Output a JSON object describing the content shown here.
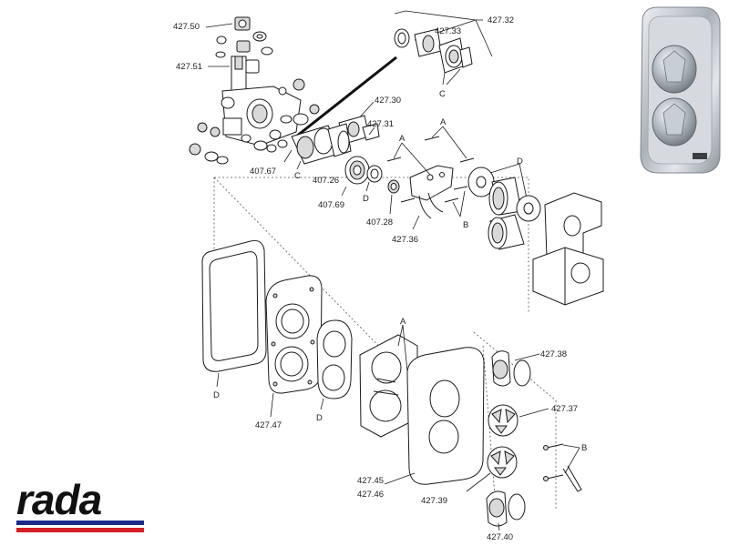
{
  "diagram": {
    "labels": {
      "p427_50": "427.50",
      "p427_51": "427.51",
      "p427_32": "427.32",
      "p427_33": "427.33",
      "p427_30": "427.30",
      "p427_31": "427.31",
      "p407_67": "407.67",
      "p407_26": "407.26",
      "p407_69": "407.69",
      "p407_28": "407.28",
      "p427_36": "427.36",
      "p427_47": "427.47",
      "p427_45": "427.45",
      "p427_46": "427.46",
      "p427_38": "427.38",
      "p427_37": "427.37",
      "p427_39": "427.39",
      "p427_40": "427.40"
    },
    "letters": {
      "c_top": "C",
      "c_mid": "C",
      "a_top": "A",
      "a_mid": "A",
      "a_low": "A",
      "b_top": "B",
      "b_low": "B",
      "d_right": "D",
      "d_washer": "D",
      "d_gasket": "D",
      "d_frame": "D"
    }
  },
  "logo": {
    "text": "rada",
    "stripe_colors": [
      "#1c2b8a",
      "#d41f26"
    ]
  },
  "colors": {
    "ink": "#1a1a1a",
    "product_metal": "#c9ced4"
  }
}
